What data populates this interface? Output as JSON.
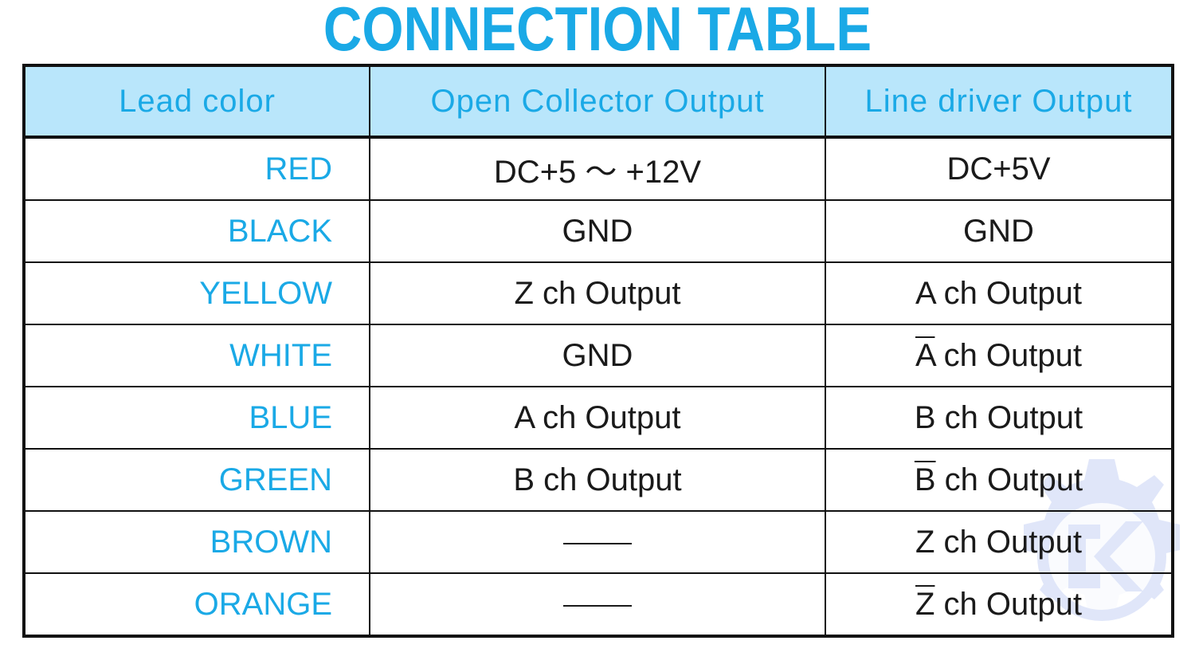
{
  "title": "CONNECTION TABLE",
  "headers": [
    "Lead color",
    "Open Collector Output",
    "Line driver Output"
  ],
  "rows": [
    {
      "lead": "RED",
      "oc": "DC+5 ～ +12V",
      "oc_dash": false,
      "ld_bar": "",
      "ld": "DC+5V"
    },
    {
      "lead": "BLACK",
      "oc": "GND",
      "oc_dash": false,
      "ld_bar": "",
      "ld": "GND"
    },
    {
      "lead": "YELLOW",
      "oc": "Z ch Output",
      "oc_dash": false,
      "ld_bar": "",
      "ld": "A ch Output"
    },
    {
      "lead": "WHITE",
      "oc": "GND",
      "oc_dash": false,
      "ld_bar": "A",
      "ld": " ch Output"
    },
    {
      "lead": "BLUE",
      "oc": "A ch Output",
      "oc_dash": false,
      "ld_bar": "",
      "ld": "B ch Output"
    },
    {
      "lead": "GREEN",
      "oc": "B ch Output",
      "oc_dash": false,
      "ld_bar": "B",
      "ld": " ch Output"
    },
    {
      "lead": "BROWN",
      "oc": "",
      "oc_dash": true,
      "ld_bar": "",
      "ld": "Z ch Output"
    },
    {
      "lead": "ORANGE",
      "oc": "",
      "oc_dash": true,
      "ld_bar": "Z",
      "ld": " ch Output"
    }
  ],
  "colors": {
    "accent": "#1aa9e6",
    "header_bg": "#b9e6fb",
    "watermark": "#c7d3f5"
  },
  "icons": {
    "watermark": "gear-logo-watermark-icon"
  }
}
